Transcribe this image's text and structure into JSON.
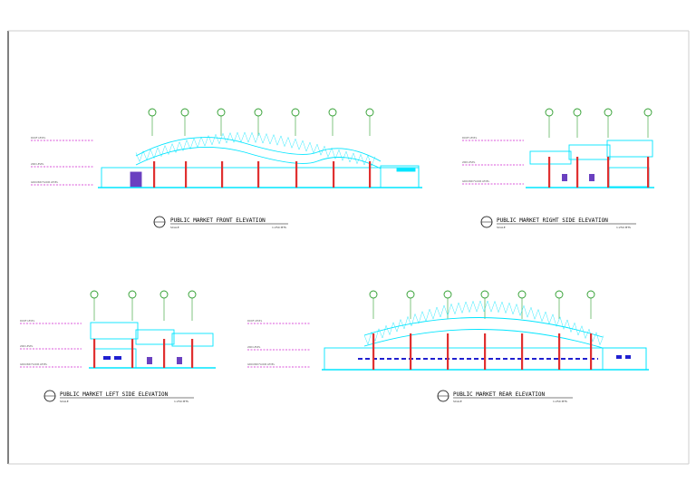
{
  "sheet": {
    "line_color": "#00e5ff",
    "column_color": "#e03030",
    "grid_bubble_color": "#2e9e2e",
    "level_color": "#d020d0",
    "window_color": "#2020d0"
  },
  "elevations": [
    {
      "title": "PUBLIC MARKET FRONT ELEVATION",
      "scale_label": "SCALE",
      "scale_value": "1:250 MTS",
      "levels": [
        "ROOF LEVEL",
        "2ND LEVEL",
        "GROUND FLOOR LEVEL"
      ]
    },
    {
      "title": "PUBLIC MARKET RIGHT SIDE ELEVATION",
      "scale_label": "SCALE",
      "scale_value": "1:250 MTS",
      "levels": [
        "ROOF LEVEL",
        "2ND LEVEL",
        "GROUND FLOOR LEVEL"
      ]
    },
    {
      "title": "PUBLIC MARKET LEFT SIDE ELEVATION",
      "scale_label": "SCALE",
      "scale_value": "1:250 MTS",
      "levels": [
        "ROOF LEVEL",
        "2ND LEVEL",
        "GROUND FLOOR LEVEL"
      ]
    },
    {
      "title": "PUBLIC MARKET REAR ELEVATION",
      "scale_label": "SCALE",
      "scale_value": "1:250 MTS",
      "levels": [
        "ROOF LEVEL",
        "2ND LEVEL",
        "GROUND FLOOR LEVEL"
      ]
    }
  ]
}
